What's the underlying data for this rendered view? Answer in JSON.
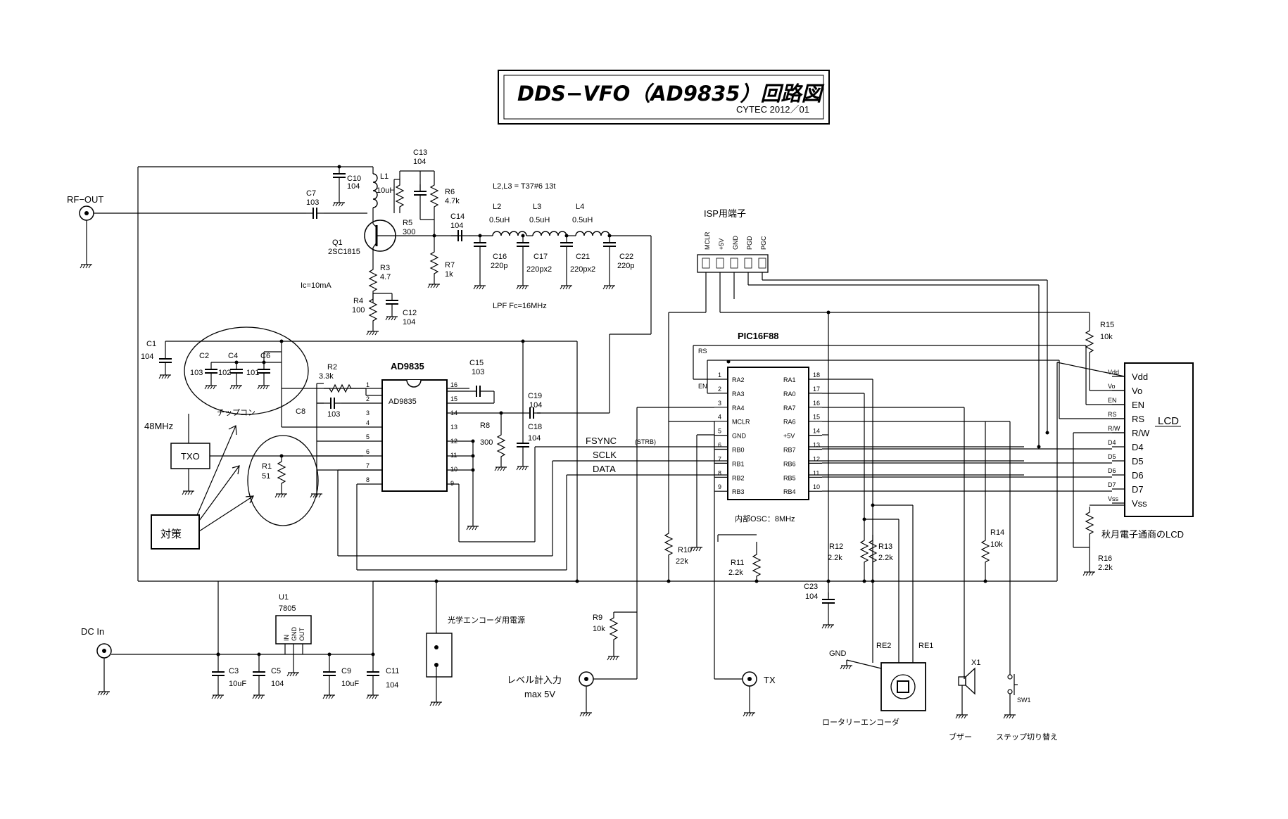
{
  "title": {
    "main": "DDS−VFO（AD9835）回路図",
    "sub": "CYTEC 2012／01"
  },
  "connectors": {
    "rf_out": "RF−OUT",
    "dc_in": "DC  In",
    "level_in": "レベル計入力",
    "level_max": "max  5V",
    "tx": "TX",
    "isp": "ISP用端子",
    "isp_pins": [
      "MCLR",
      "+5V",
      "GND",
      "PGD",
      "PGC"
    ]
  },
  "rf": {
    "c7": [
      "C7",
      "103"
    ],
    "c10": [
      "C10",
      "104"
    ],
    "l1": [
      "L1",
      "10uH"
    ],
    "c13": [
      "C13",
      "104"
    ],
    "r6": [
      "R6",
      "4.7k"
    ],
    "r5": [
      "R5",
      "300"
    ],
    "q1": [
      "Q1",
      "2SC1815"
    ],
    "r3": [
      "R3",
      "4.7"
    ],
    "r4": [
      "R4",
      "100"
    ],
    "c12": [
      "C12",
      "104"
    ],
    "r7": [
      "R7",
      "1k"
    ],
    "c14": [
      "C14",
      "104"
    ],
    "ic_note": "Ic=10mA",
    "coil_note": "L2,L3 = T37#6 13t",
    "l2": [
      "L2",
      "0.5uH"
    ],
    "l3": [
      "L3",
      "0.5uH"
    ],
    "l4": [
      "L4",
      "0.5uH"
    ],
    "c16": [
      "C16",
      "220p"
    ],
    "c17": [
      "C17",
      "220px2"
    ],
    "c21": [
      "C21",
      "220px2"
    ],
    "c22": [
      "C22",
      "220p"
    ],
    "lpf_note": "LPF Fc=16MHz"
  },
  "dds": {
    "name": "AD9835",
    "chip_label": "AD9835",
    "c1": [
      "C1",
      "104"
    ],
    "c2": [
      "C2",
      "103"
    ],
    "c4": [
      "C4",
      "102"
    ],
    "c6": [
      "C6",
      "101"
    ],
    "chip_caps": "チップコン",
    "c8": [
      "C8",
      "103"
    ],
    "r2": [
      "R2",
      "3.3k"
    ],
    "c15": [
      "C15",
      "103"
    ],
    "c19": [
      "C19",
      "104"
    ],
    "c18": [
      "C18",
      "104"
    ],
    "r8": [
      "R8",
      "300"
    ],
    "r1": [
      "R1",
      "51"
    ],
    "osc_freq": "48MHz",
    "txo": "TXO",
    "countermeasure": "対策",
    "pins_left": [
      "1",
      "2",
      "3",
      "4",
      "5",
      "6",
      "7",
      "8"
    ],
    "pins_right": [
      "16",
      "15",
      "14",
      "13",
      "12",
      "11",
      "10",
      "9"
    ]
  },
  "bus": {
    "fsync": "FSYNC",
    "strb": "(STRB)",
    "sclk": "SCLK",
    "data": "DATA"
  },
  "mcu": {
    "name": "PIC16F88",
    "osc_note": "内部OSC：8MHz",
    "left_pins": [
      {
        "num": "1",
        "name": "RA2"
      },
      {
        "num": "2",
        "name": "RA3"
      },
      {
        "num": "3",
        "name": "RA4"
      },
      {
        "num": "4",
        "name": "MCLR"
      },
      {
        "num": "5",
        "name": "GND"
      },
      {
        "num": "6",
        "name": "RB0"
      },
      {
        "num": "7",
        "name": "RB1"
      },
      {
        "num": "8",
        "name": "RB2"
      },
      {
        "num": "9",
        "name": "RB3"
      }
    ],
    "right_pins": [
      {
        "num": "18",
        "name": "RA1"
      },
      {
        "num": "17",
        "name": "RA0"
      },
      {
        "num": "16",
        "name": "RA7"
      },
      {
        "num": "15",
        "name": "RA6"
      },
      {
        "num": "14",
        "name": "+5V"
      },
      {
        "num": "13",
        "name": "RB7"
      },
      {
        "num": "12",
        "name": "RB6"
      },
      {
        "num": "11",
        "name": "RB5"
      },
      {
        "num": "10",
        "name": "RB4"
      }
    ],
    "rs_label": "RS",
    "en_label": "EN"
  },
  "lcd": {
    "title": "LCD",
    "note": "秋月電子通商のLCD",
    "pins": [
      "Vdd",
      "Vo",
      "EN",
      "RS",
      "R/W",
      "D4",
      "D5",
      "D6",
      "D7",
      "Vss"
    ],
    "wire_labels": [
      "Vdd",
      "Vo",
      "EN",
      "RS",
      "R/W",
      "D4",
      "D5",
      "D6",
      "D7",
      "Vss"
    ],
    "r15": [
      "R15",
      "10k"
    ],
    "r16": [
      "R16",
      "2.2k"
    ]
  },
  "misc": {
    "r10": [
      "R10",
      "22k"
    ],
    "r11": [
      "R11",
      "2.2k"
    ],
    "r12": [
      "R12",
      "2.2k"
    ],
    "r13": [
      "R13",
      "2.2k"
    ],
    "r14": [
      "R14",
      "10k"
    ],
    "c23": [
      "C23",
      "104"
    ],
    "r9": [
      "R9",
      "10k"
    ],
    "gnd": "GND",
    "re2": "RE2",
    "re1": "RE1",
    "encoder": "ロータリーエンコーダ",
    "x1": "X1",
    "buzzer": "ブザー",
    "sw1": "SW1",
    "step": "ステップ切り替え"
  },
  "power": {
    "u1": [
      "U1",
      "7805"
    ],
    "u1_pins": [
      "IN",
      "GND",
      "OUT"
    ],
    "c3": [
      "C3",
      "10uF"
    ],
    "c5": [
      "C5",
      "104"
    ],
    "c9": [
      "C9",
      "10uF"
    ],
    "c11": [
      "C11",
      "104"
    ],
    "enc_power": "光学エンコーダ用電源"
  }
}
